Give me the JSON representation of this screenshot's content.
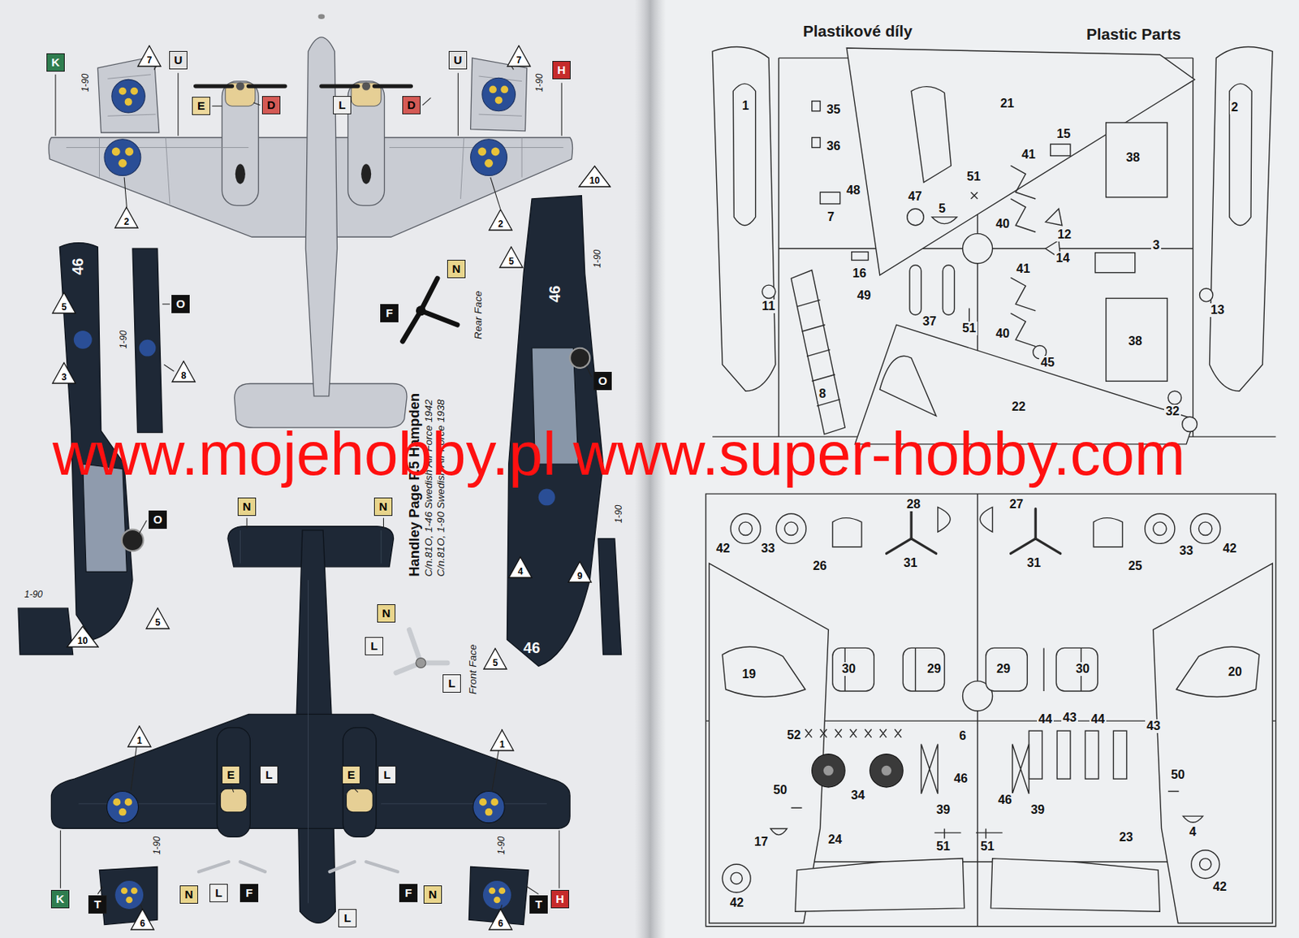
{
  "diagram": {
    "title": "Handley Page P.5 Hampden",
    "nodes": [
      {
        "text": [
          "K"
        ]
      },
      {
        "text": [
          "7"
        ]
      },
      {
        "text": [
          "U"
        ]
      },
      {
        "text": [
          "U"
        ]
      },
      {
        "text": [
          "7"
        ]
      },
      {
        "text": [
          "H"
        ]
      },
      {
        "text": [
          "E"
        ]
      },
      {
        "text": [
          "D"
        ]
      },
      {
        "text": [
          "L"
        ]
      },
      {
        "text": [
          "D"
        ]
      },
      {
        "text": [
          "10"
        ]
      },
      {
        "text": [
          "2"
        ]
      },
      {
        "text": [
          "2"
        ]
      },
      {
        "text": [
          "5"
        ]
      },
      {
        "text": [
          "N"
        ]
      },
      {
        "text": [
          "5"
        ]
      },
      {
        "text": [
          "O"
        ]
      },
      {
        "text": [
          "F"
        ]
      },
      {
        "text": [
          "3"
        ]
      },
      {
        "text": [
          "8"
        ]
      },
      {
        "text": [
          "O"
        ]
      },
      {
        "text": [
          "N"
        ]
      },
      {
        "text": [
          "N"
        ]
      },
      {
        "text": [
          "O"
        ]
      },
      {
        "text": [
          "4"
        ]
      },
      {
        "text": [
          "9"
        ]
      },
      {
        "text": [
          "N"
        ]
      },
      {
        "text": [
          "5"
        ]
      },
      {
        "text": [
          "10"
        ]
      },
      {
        "text": [
          "L"
        ]
      },
      {
        "text": [
          "5"
        ]
      },
      {
        "text": [
          "L"
        ]
      },
      {
        "text": [
          "1"
        ]
      },
      {
        "text": [
          "1"
        ]
      },
      {
        "text": [
          "E"
        ]
      },
      {
        "text": [
          "L"
        ]
      },
      {
        "text": [
          "E"
        ]
      },
      {
        "text": [
          "L"
        ]
      },
      {
        "text": [
          "N"
        ]
      },
      {
        "text": [
          "L"
        ]
      },
      {
        "text": [
          "F"
        ]
      },
      {
        "text": [
          "F"
        ]
      },
      {
        "text": [
          "N"
        ]
      },
      {
        "text": [
          "K"
        ]
      },
      {
        "text": [
          "T"
        ]
      },
      {
        "text": [
          "T"
        ]
      },
      {
        "text": [
          "H"
        ]
      },
      {
        "text": [
          "L"
        ]
      },
      {
        "text": [
          "6"
        ]
      },
      {
        "text": [
          "6"
        ]
      }
    ],
    "labels": [
      "1-90",
      "1-90",
      "1-90",
      "1-90",
      "1-90",
      "1-90",
      "1-90",
      "1-90",
      "46",
      "46",
      "46",
      "Rear Face",
      "Front Face",
      "C/n.81O, 1-46 Swedish Air Force 1942",
      "C/n.81O, 1-90 Swedish Air Force 1938",
      "www.mojehobby.pl www.super-hobby.com",
      "Plastikové díly",
      "Plastic Parts",
      "1",
      "35",
      "36",
      "21",
      "15",
      "2",
      "38",
      "41",
      "48",
      "47",
      "5",
      "51",
      "7",
      "12",
      "40",
      "14",
      "3",
      "41",
      "11",
      "16",
      "49",
      "37",
      "51",
      "13",
      "40",
      "38",
      "45",
      "8",
      "22",
      "32",
      "42",
      "33",
      "28",
      "27",
      "33",
      "42",
      "26",
      "31",
      "31",
      "25",
      "19",
      "30",
      "29",
      "29",
      "30",
      "20",
      "44",
      "43",
      "44",
      "43",
      "52",
      "6",
      "34",
      "39",
      "46",
      "46",
      "39",
      "50",
      "50",
      "17",
      "24",
      "51",
      "51",
      "23",
      "4",
      "42",
      "42"
    ]
  }
}
